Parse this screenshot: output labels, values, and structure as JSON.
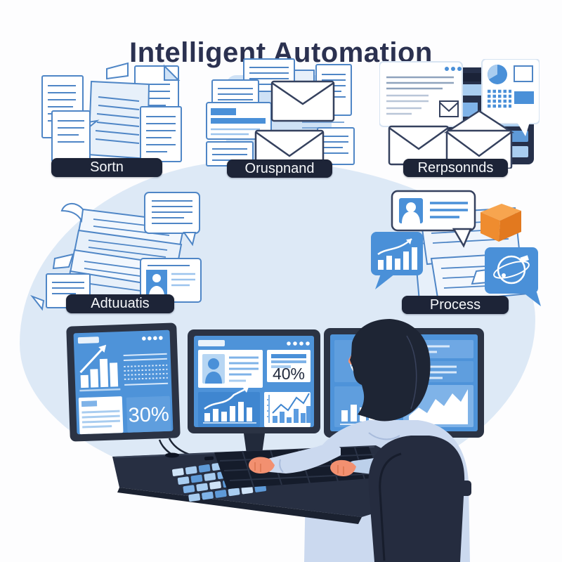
{
  "title": "Intelligent Automation",
  "sections": [
    {
      "id": "sort",
      "label": "Sortn",
      "icon": "document-stack-icon"
    },
    {
      "id": "organize",
      "label": "Oruspnand",
      "icon": "documents-envelopes-icon"
    },
    {
      "id": "respond",
      "label": "Rerpsonnds",
      "icon": "console-envelopes-icon"
    },
    {
      "id": "automate",
      "label": "Adtuuatis",
      "icon": "paper-pile-icon"
    },
    {
      "id": "process",
      "label": "Process",
      "icon": "process-bubbles-icon"
    }
  ],
  "workstation": {
    "left_monitor": {
      "stat": "30%",
      "widgets": [
        "bar-chart-icon",
        "trend-arrow-icon",
        "data-table-icon",
        "text-card-icon",
        "stat-panel"
      ]
    },
    "center_monitor": {
      "stat": "40%",
      "widgets": [
        "profile-card-icon",
        "stat-card",
        "bar-chart-icon",
        "line-chart-icon"
      ]
    },
    "right_monitor": {
      "widgets": [
        "striped-globe-icon",
        "bar-chart-icon",
        "text-lines",
        "area-chart-icon"
      ]
    },
    "person": "analyst-at-desk",
    "furniture": [
      "desk",
      "keypad",
      "keyboard",
      "office-chair"
    ]
  },
  "icons": [
    "envelope-icon",
    "browser-window-icon",
    "pie-chart-icon",
    "speech-bubble-icon",
    "id-card-icon",
    "bar-chart-bubble-icon",
    "globe-bubble-icon",
    "orange-box-icon",
    "monitor-icon",
    "avatar-icon"
  ],
  "colors": {
    "navy_text": "#2b3150",
    "label_bg": "#1d2437",
    "outline_blue": "#4f86c6",
    "solid_blue": "#4a90d8",
    "screen_blue": "#4e93d9",
    "panel_blue": "#5f9ede",
    "light_key_blue": "#a9cdf0",
    "paper_blue": "#dbe8f7",
    "bg_blob": "#dde9f6",
    "orange": "#f19338",
    "skin": "#f29070",
    "shirt": "#cbd9ef",
    "frame_dark": "#2b3344",
    "desk_dark": "#272f42",
    "envelope_outline": "#35415e"
  }
}
